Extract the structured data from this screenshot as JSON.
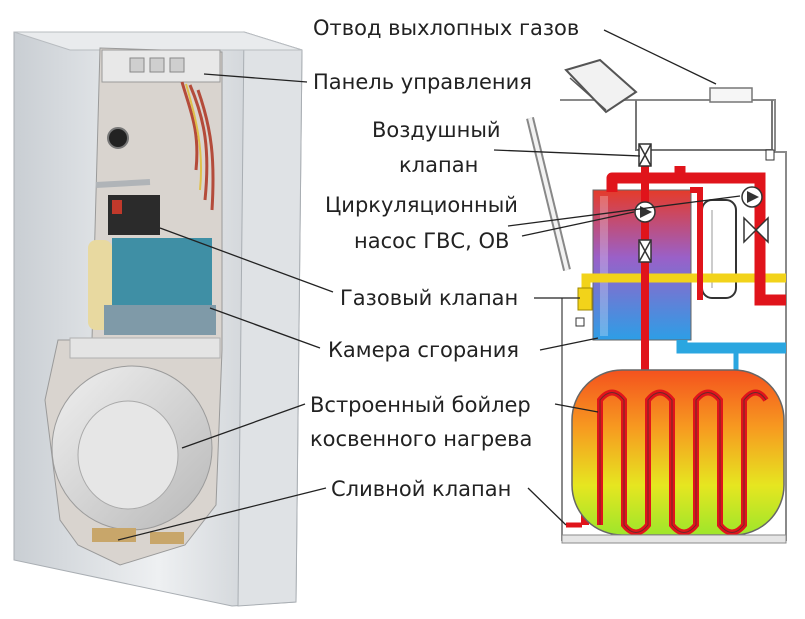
{
  "labels": {
    "exhaust": "Отвод выхлопных газов",
    "control_panel": "Панель управления",
    "air_valve_line1": "Воздушный",
    "air_valve_line2": "клапан",
    "pump_line1": "Циркуляционный",
    "pump_line2": "насос ГВС, ОВ",
    "gas_valve": "Газовый клапан",
    "combustion": "Камера сгорания",
    "boiler_line1": "Встроенный бойлер",
    "boiler_line2": "косвенного нагрева",
    "drain_valve": "Сливной клапан"
  },
  "colors": {
    "hot_pipe": "#e0141b",
    "cold_pipe": "#2aa6e0",
    "gas_pipe": "#f2d31a",
    "leader": "#222222",
    "outline": "#8a8a8a"
  }
}
